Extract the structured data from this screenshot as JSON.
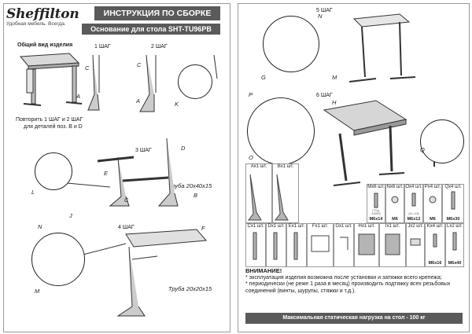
{
  "brand": {
    "name": "Sheffilton",
    "tagline": "Удобная мебель. Всегда."
  },
  "header": {
    "title": "ИНСТРУКЦИЯ ПО СБОРКЕ",
    "subtitle": "Основание для стола SHT-TU96PB"
  },
  "left": {
    "overview_label": "Общий вид изделия",
    "step1": "1 ШАГ",
    "step2": "2 ШАГ",
    "step3": "3 ШАГ",
    "step4": "4 ШАГ",
    "repeat_note_1": "Повторить 1 ШАГ и 2 ШАГ",
    "repeat_note_2": "для деталей поз. B и D",
    "tube1": "Труба 20х40х15",
    "tube2": "Труба 20х20х15",
    "labels": {
      "A": "A",
      "B": "B",
      "C": "C",
      "D": "D",
      "E": "E",
      "F": "F",
      "J": "J",
      "K": "K",
      "L": "L",
      "M": "M",
      "N": "N"
    }
  },
  "right": {
    "step5": "5 ШАГ",
    "step6": "6 ШАГ",
    "labels": {
      "G": "G",
      "H": "H",
      "M": "M",
      "N": "N",
      "O": "O",
      "P": "P",
      "Q": "Q"
    }
  },
  "parts_row1": [
    {
      "qty": "Ax1 шт.",
      "name": ""
    },
    {
      "qty": "Bx1 шт.",
      "name": ""
    },
    {
      "qty": "Mx6 шт.",
      "name": "M6x14",
      "sub": "(7 Ед. 4,8/SS)"
    },
    {
      "qty": "Nx6 шт.",
      "name": "M6",
      "sub": ""
    },
    {
      "qty": "Ox4 шт.",
      "name": "M6x12",
      "sub": "(Zn, 4,8)"
    },
    {
      "qty": "Px4 шт.",
      "name": "M6",
      "sub": ""
    },
    {
      "qty": "Qx4 шт.",
      "name": "M6x30",
      "sub": ""
    }
  ],
  "parts_row2": [
    {
      "qty": "Cx1 шт.",
      "name": ""
    },
    {
      "qty": "Dx1 шт.",
      "name": ""
    },
    {
      "qty": "Ex1 шт.",
      "name": ""
    },
    {
      "qty": "Fx1 шт.",
      "name": ""
    },
    {
      "qty": "Gx1 шт.",
      "name": ""
    },
    {
      "qty": "Hx1 шт.",
      "name": ""
    },
    {
      "qty": "Ix1 шт.",
      "name": ""
    },
    {
      "qty": "Jx2 шт.",
      "name": ""
    },
    {
      "qty": "Kx4 шт.",
      "name": "M6x16",
      "sub": ""
    },
    {
      "qty": "Lx2 шт.",
      "name": "M6x40",
      "sub": ""
    }
  ],
  "warning": {
    "title": "ВНИМАНИЕ!",
    "line1": "* эксплуатация изделия возможна после установки и затяжки всего крепежа;",
    "line2": "* периодически (не реже 1 раза в месяц) производить подтяжку всех резьбовых",
    "line3": "соединений (винты, шурупы, стяжки и т.д.)."
  },
  "load_note": "Максимальная статическая нагрузка на стол - 100 кг"
}
